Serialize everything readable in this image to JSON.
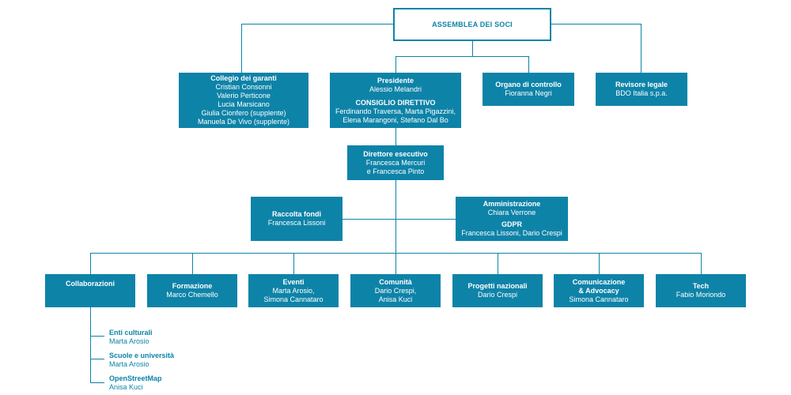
{
  "assembly": "ASSEMBLEA DEI SOCI",
  "garanti": {
    "title": "Collegio dei garanti",
    "members": [
      "Cristian Consonni",
      "Valerio Perticone",
      "Lucia Marsicano",
      "Giulia Cionfero (supplente)",
      "Manuela De Vivo (supplente)"
    ]
  },
  "presidente": {
    "title": "Presidente",
    "name": "Alessio Melandri",
    "council_title": "CONSIGLIO DIRETTIVO",
    "council_lines": [
      "Ferdinando Traversa, Marta Pigazzini,",
      "Elena Marangoni, Stefano Dal Bo"
    ]
  },
  "controllo": {
    "title": "Organo di controllo",
    "name": "Fioranna Negri"
  },
  "revisore": {
    "title": "Revisore legale",
    "name": "BDO Italia s.p.a."
  },
  "direttore": {
    "title": "Direttore esecutivo",
    "lines": [
      "Francesca Mercuri",
      "e Francesca Pinto"
    ]
  },
  "raccolta": {
    "title": "Raccolta fondi",
    "name": "Francesca Lissoni"
  },
  "amministrazione": {
    "title": "Amministrazione",
    "name": "Chiara Verrone",
    "gdpr_title": "GDPR",
    "gdpr_name": "Francesca Lissoni, Dario Crespi"
  },
  "departments": [
    {
      "title": "Collaborazioni",
      "lines": []
    },
    {
      "title": "Formazione",
      "lines": [
        "Marco Chemello"
      ]
    },
    {
      "title": "Eventi",
      "lines": [
        "Marta Arosio,",
        "Simona Cannataro"
      ]
    },
    {
      "title": "Comunità",
      "lines": [
        "Dario Crespi,",
        "Anisa Kuci"
      ]
    },
    {
      "title": "Progetti nazionali",
      "lines": [
        "Dario Crespi"
      ]
    },
    {
      "title": "Comunicazione",
      "lines": [
        "& Advocacy",
        "Simona Cannataro"
      ]
    },
    {
      "title": "Tech",
      "lines": [
        "Fabio Moriondo"
      ]
    }
  ],
  "collaborazioni_sub": [
    {
      "title": "Enti culturali",
      "name": "Marta Arosio"
    },
    {
      "title": "Scuole e università",
      "name": "Marta Arosio"
    },
    {
      "title": "OpenStreetMap",
      "name": "Anisa Kuci"
    }
  ]
}
